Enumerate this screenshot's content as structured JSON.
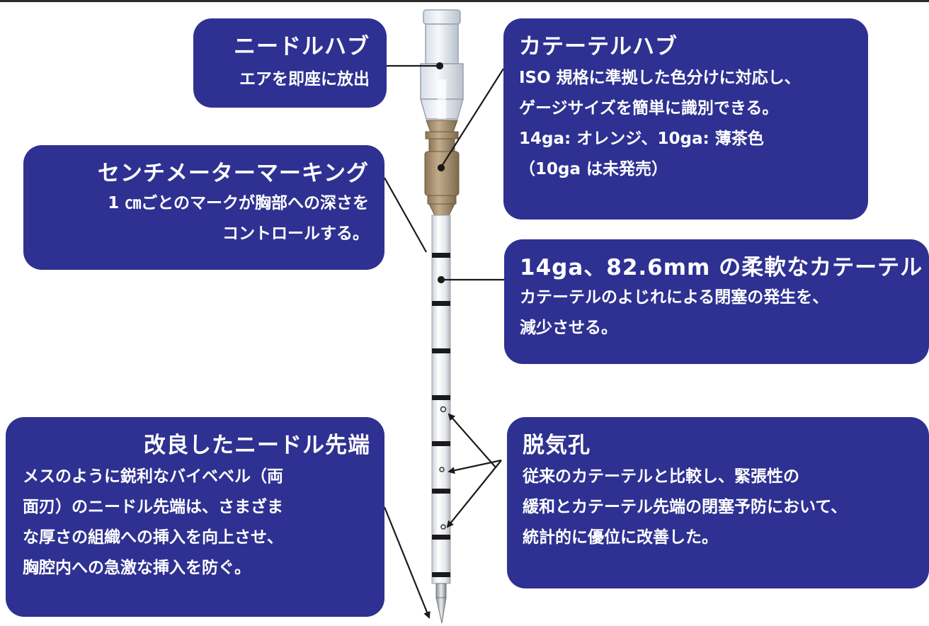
{
  "callouts": {
    "needle_hub": {
      "title": "ニードルハブ",
      "lines": [
        "エアを即座に放出"
      ]
    },
    "catheter_hub": {
      "title": "カテーテルハブ",
      "lines": [
        "ISO 規格に準拠した色分けに対応し、",
        "ゲージサイズを簡単に識別できる。",
        "14ga: オレンジ、10ga: 薄茶色",
        "（10ga は未発売）"
      ]
    },
    "cm_marking": {
      "title": "センチメーターマーキング",
      "lines": [
        "1 ㎝ごとのマークが胸部への深さを",
        "コントロールする。"
      ]
    },
    "flexible_catheter": {
      "title": "14ga、82.6mm の柔軟なカテーテル",
      "lines": [
        "カテーテルのよじれによる閉塞の発生を、",
        "減少させる。"
      ]
    },
    "needle_tip": {
      "title": "改良したニードル先端",
      "lines": [
        "メスのように鋭利なバイベベル（両",
        "面刃）のニードル先端は、さまざま",
        "な厚さの組織への挿入を向上させ、",
        "胸腔内への急激な挿入を防ぐ。"
      ]
    },
    "vent_holes": {
      "title": "脱気孔",
      "lines": [
        "従来のカテーテルと比較し、緊張性の",
        "緩和とカテーテル先端の閉塞予防において、",
        "統計的に優位に改善した。"
      ]
    }
  },
  "colors": {
    "callout_bg": "#2e3191",
    "callout_text": "#ffffff",
    "catheter_hub": "#a89272",
    "marking": "#1a1a1a"
  },
  "icons": [
    "leader-arrow-icon"
  ]
}
